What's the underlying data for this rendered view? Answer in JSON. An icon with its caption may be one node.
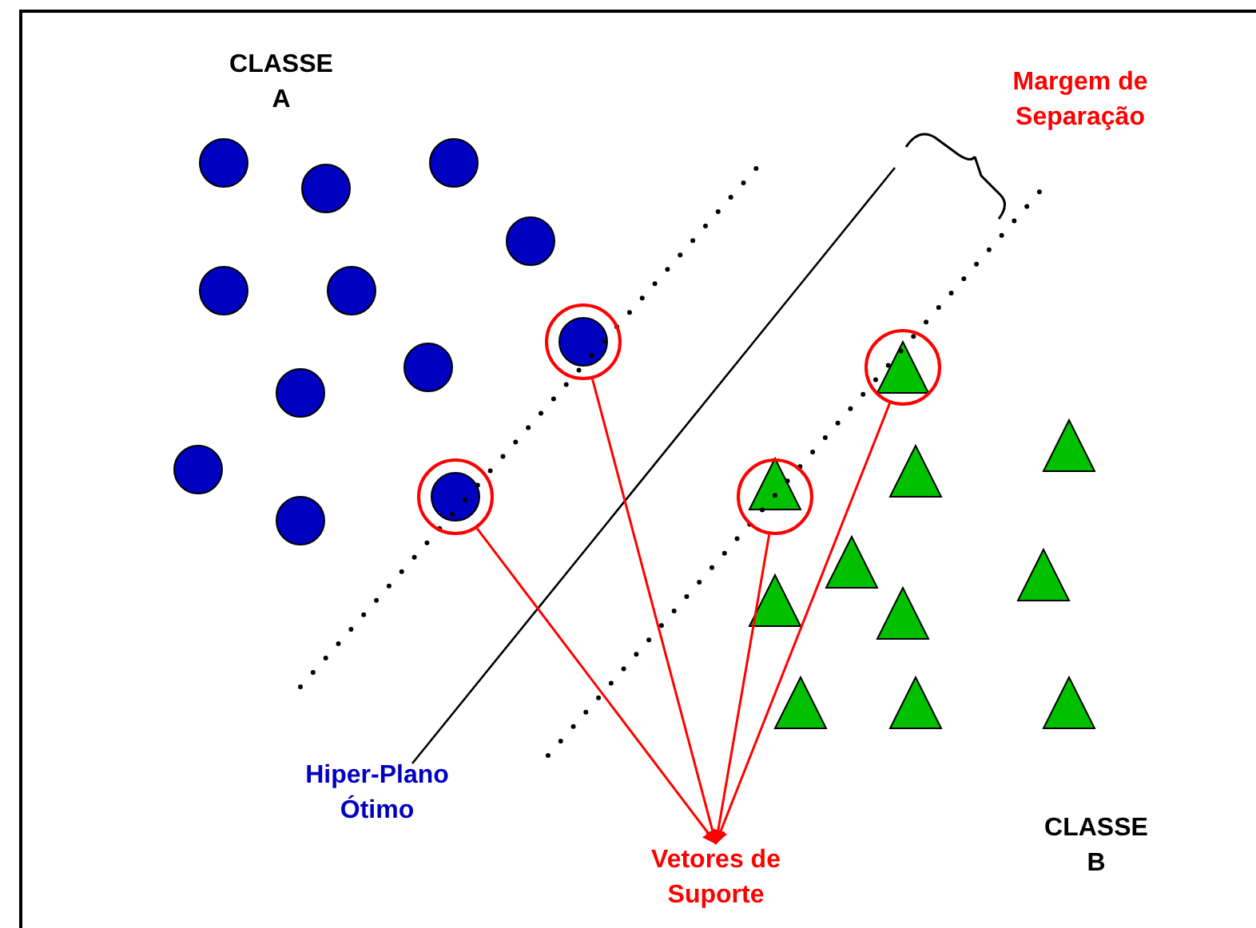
{
  "diagram": {
    "nodes": [
      {
        "text": [],
        "shape": "circle"
      },
      {
        "text": [],
        "shape": "circle"
      },
      {
        "text": [],
        "shape": "circle"
      },
      {
        "text": [],
        "shape": "circle"
      },
      {
        "text": [
          "Vetores de Suporte"
        ]
      }
    ],
    "edges": [
      {
        "from": 0,
        "to": 4,
        "arrow": "to"
      },
      {
        "from": 1,
        "to": 4,
        "arrow": "to"
      },
      {
        "from": 2,
        "to": 4,
        "arrow": "to"
      },
      {
        "from": 3,
        "to": 4,
        "arrow": "to"
      }
    ],
    "labels": [
      "CLASSE A",
      "Margem de Separação",
      "Hiper-Plano Ótimo",
      "CLASSE B"
    ]
  }
}
